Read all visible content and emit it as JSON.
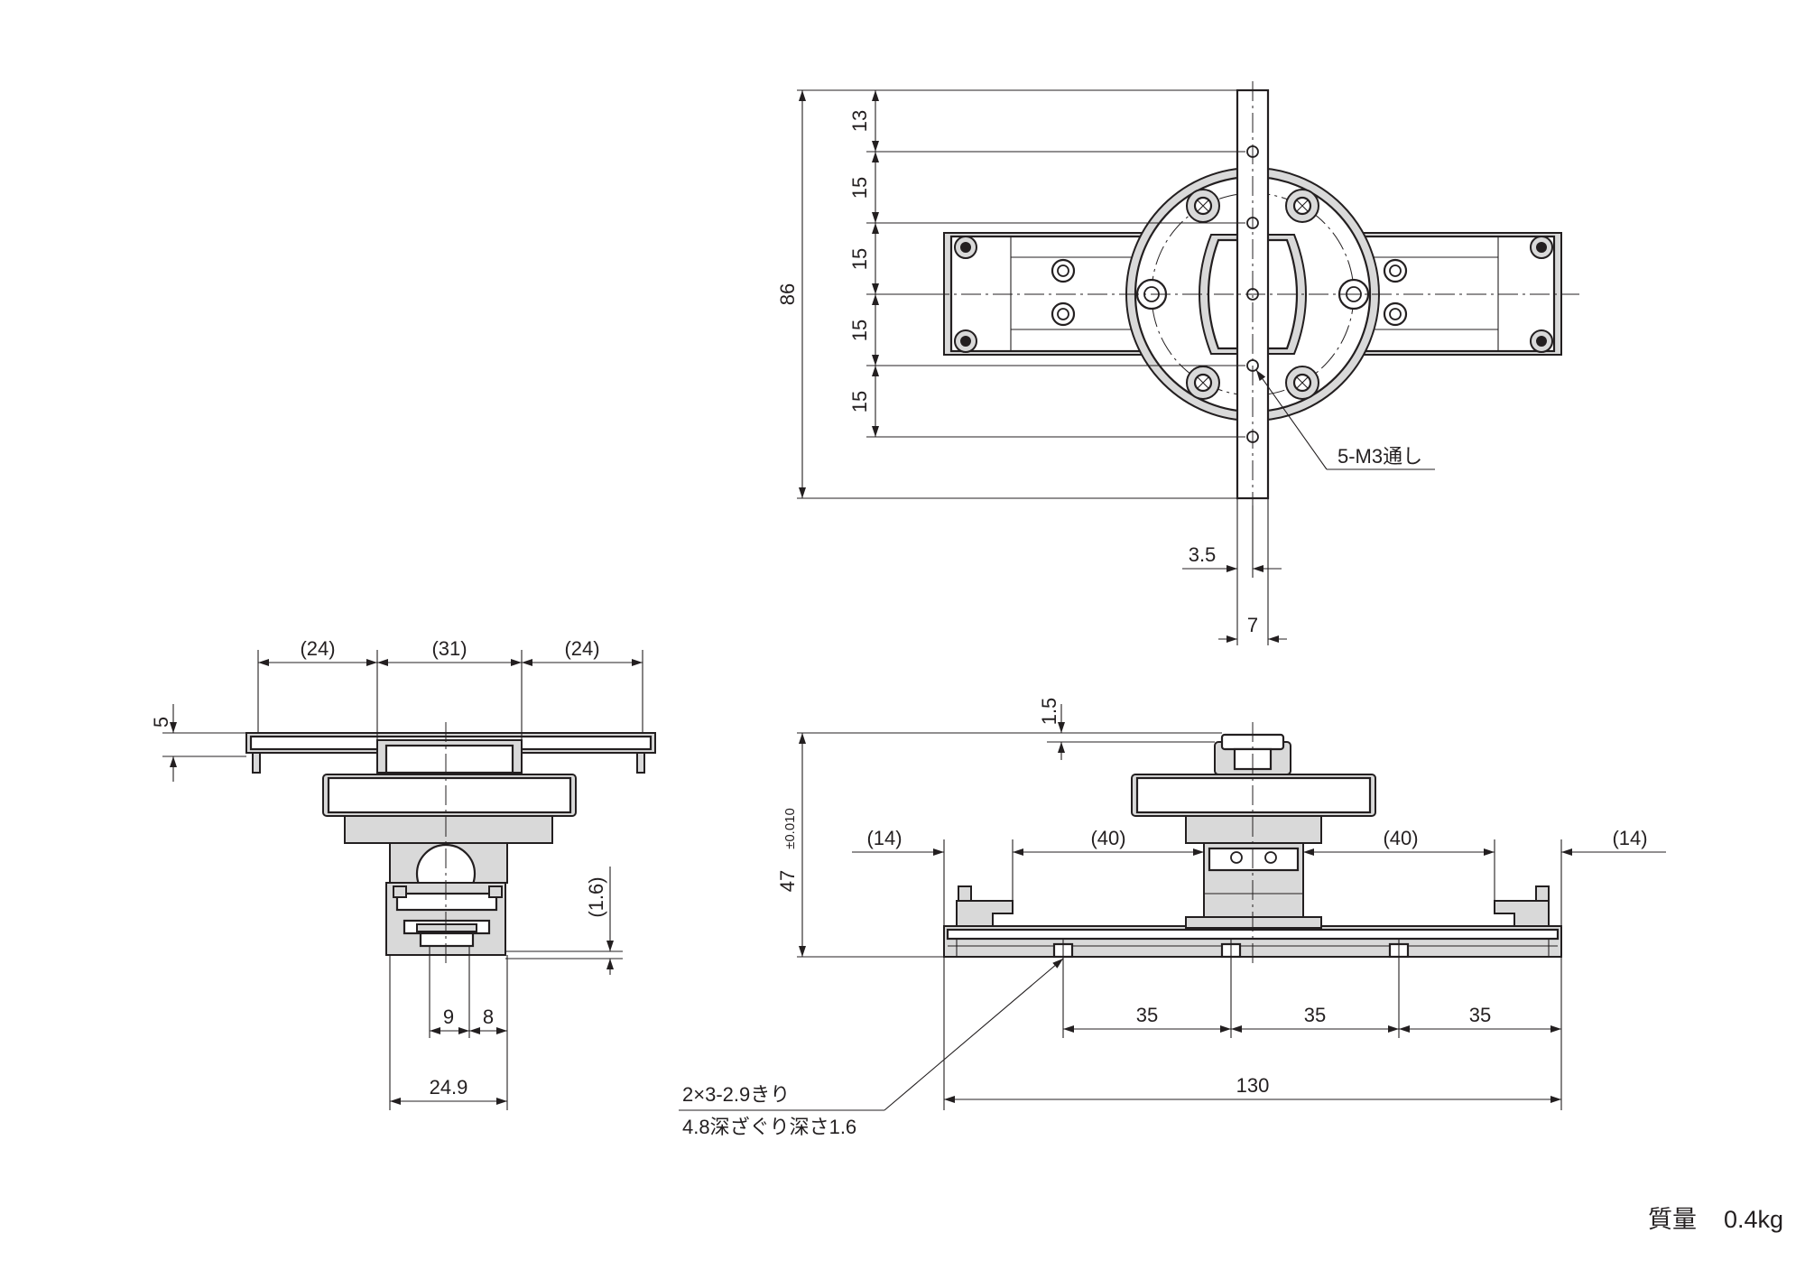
{
  "top_view": {
    "d_13": "13",
    "d_15a": "15",
    "d_15b": "15",
    "d_15c": "15",
    "d_15d": "15",
    "d_86": "86",
    "d_3_5": "3.5",
    "d_7": "7",
    "callout_holes": "5-M3通し"
  },
  "side_view": {
    "d_24_left": "(24)",
    "d_31": "(31)",
    "d_24_right": "(24)",
    "d_5": "5",
    "d_1_6": "(1.6)",
    "d_9": "9",
    "d_8": "8",
    "d_24_9": "24.9"
  },
  "front_view": {
    "d_1_5": "1.5",
    "d_47": "47",
    "d_47_tol": "±0.010",
    "d_14_left": "(14)",
    "d_40_left": "(40)",
    "d_40_right": "(40)",
    "d_14_right": "(14)",
    "d_35a": "35",
    "d_35b": "35",
    "d_35c": "35",
    "d_130": "130",
    "callout_line1": "2×3-2.9きり",
    "callout_line2": "4.8深ざぐり深さ1.6"
  },
  "mass": {
    "label": "質量",
    "value": "0.4kg"
  }
}
